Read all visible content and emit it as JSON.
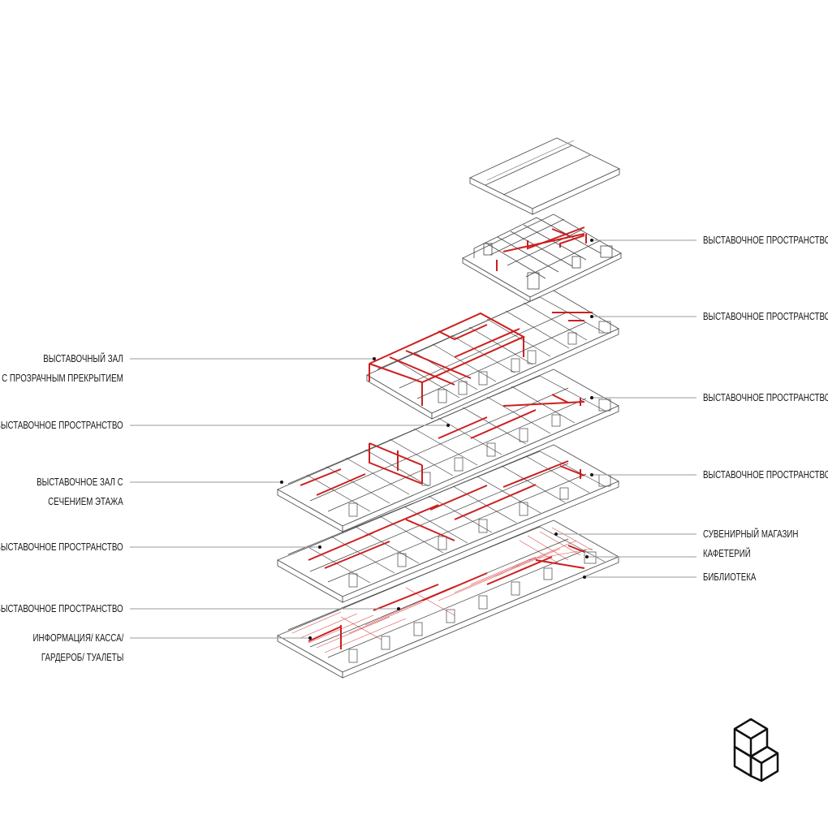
{
  "labels_right": [
    "ВЫСТАВОЧНОЕ ПРОСТРАНСТВО",
    "ВЫСТАВОЧНОЕ ПРОСТРАНСТВО",
    "ВЫСТАВОЧНОЕ ПРОСТРАНСТВО",
    "ВЫСТАВОЧНОЕ ПРОСТРАНСТВО",
    "СУВЕНИРНЫЙ МАГАЗИН",
    "КАФЕТЕРИЙ",
    "БИБЛИОТЕКА"
  ],
  "labels_left": {
    "hall_glass": [
      "ВЫСТАВОЧНЫЙ ЗАЛ",
      "С ПРОЗРАЧНЫМ ПРЕКРЫТИЕМ"
    ],
    "exhibit_1": "ВЫСТАВОЧНОЕ ПРОСТРАНСТВО",
    "hall_section": [
      "ВЫСТАВОЧНОЕ ЗАЛ С",
      "СЕЧЕНИЕМ ЭТАЖА"
    ],
    "exhibit_2": "ВЫСТАВОЧНОЕ ПРОСТРАНСТВО",
    "exhibit_3": "ВЫСТАВОЧНОЕ ПРОСТРАНСТВО",
    "ground": [
      "ИНФОРМАЦИЯ/ КАССА/",
      "ГАРДЕРОБ/ ТУАЛЕТЫ"
    ]
  },
  "colors": {
    "line": "#555555",
    "wall": "#333333",
    "accent": "#cc1f1f",
    "leader": "#9a9a9a",
    "fill": "#ffffff"
  },
  "icons": [
    "isometric-cubes-logo-icon"
  ]
}
